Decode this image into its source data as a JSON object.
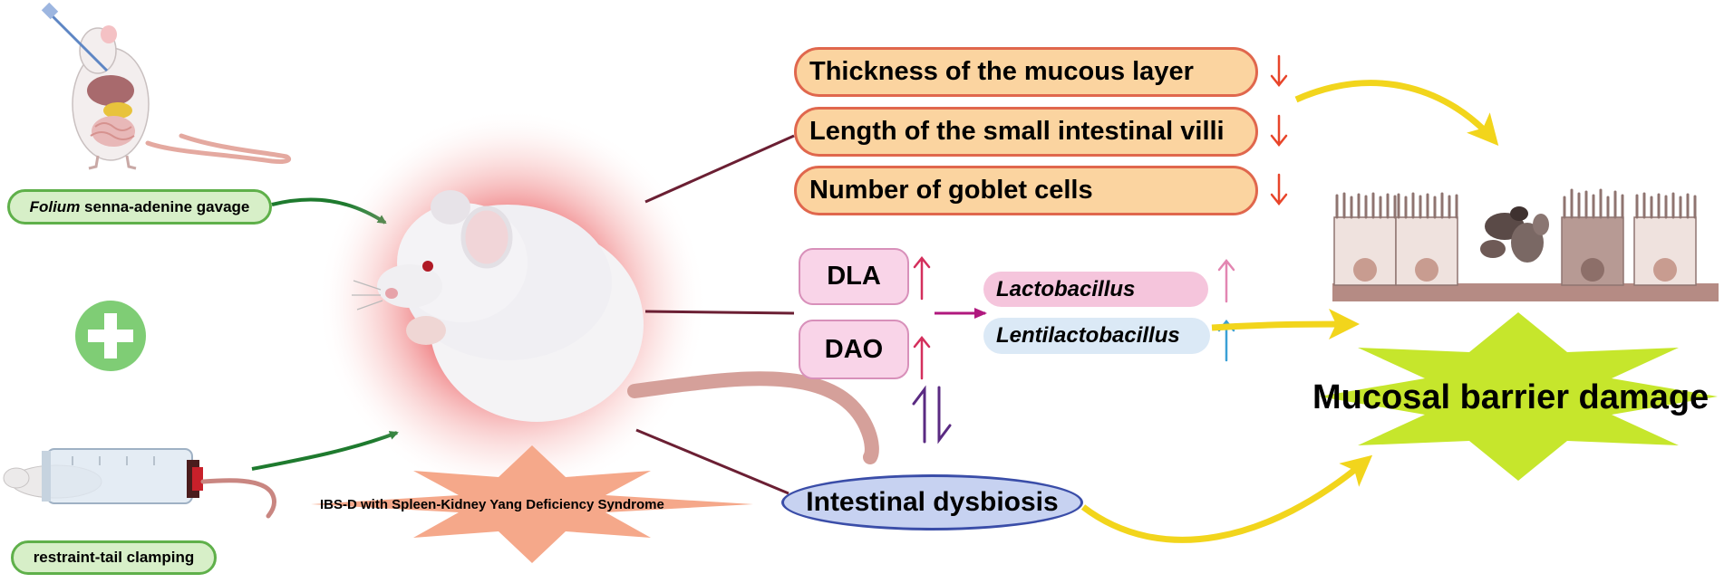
{
  "inputs": {
    "gavage_italic": "Folium",
    "gavage_rest": " senna-adenine gavage",
    "restraint": "restraint-tail clamping"
  },
  "model_label": "IBS-D with Spleen-Kidney Yang Deficiency Syndrome",
  "indicators": {
    "mucous_layer": "Thickness of the mucous layer",
    "villi_length": "Length of the small intestinal villi",
    "goblet_cells": "Number of goblet cells",
    "dla": "DLA",
    "dao": "DAO",
    "lactobacillus": "Lactobacillus",
    "lentilactobacillus": "Lentilactobacillus",
    "dysbiosis": "Intestinal dysbiosis"
  },
  "outcome": "Mucosal barrier damage",
  "colors": {
    "green_arrow": "#1e7a2e",
    "decrease_arrow": "#e8452a",
    "increase_arrow": "#d42f5c",
    "yellow_arrow": "#f2d51c",
    "starburst_outcome": "#c6e62c",
    "starburst_model": "#f5a88a",
    "connector": "#6b1f33"
  }
}
